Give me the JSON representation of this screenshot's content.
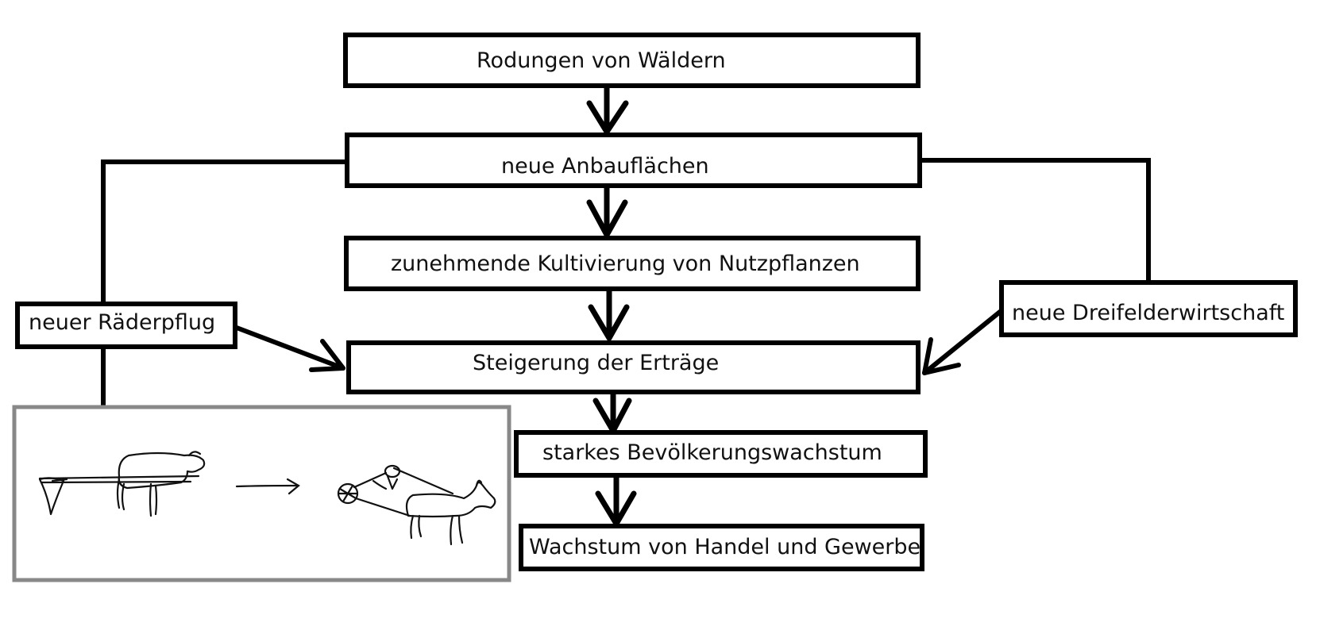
{
  "diagram": {
    "nodes": {
      "rodungen": "Rodungen von Wäldern",
      "anbauflaechen": "neue Anbauflächen",
      "kultivierung": "zunehmende Kultivierung von Nutzpflanzen",
      "steigerung": "Steigerung der Erträge",
      "bevoelkerung": "starkes Bevölkerungswachstum",
      "handel": "Wachstum von Handel und Gewerbe",
      "raederpflug": "neuer Räderpflug",
      "dreifelder": "neue Dreifelderwirtschaft"
    },
    "illustration": {
      "subject": "sketch: old plough drawn by animal, arrow, wheeled plough drawn by animal"
    },
    "colors": {
      "line": "#000000",
      "illustration_frame": "#888888",
      "background": "#ffffff"
    }
  }
}
